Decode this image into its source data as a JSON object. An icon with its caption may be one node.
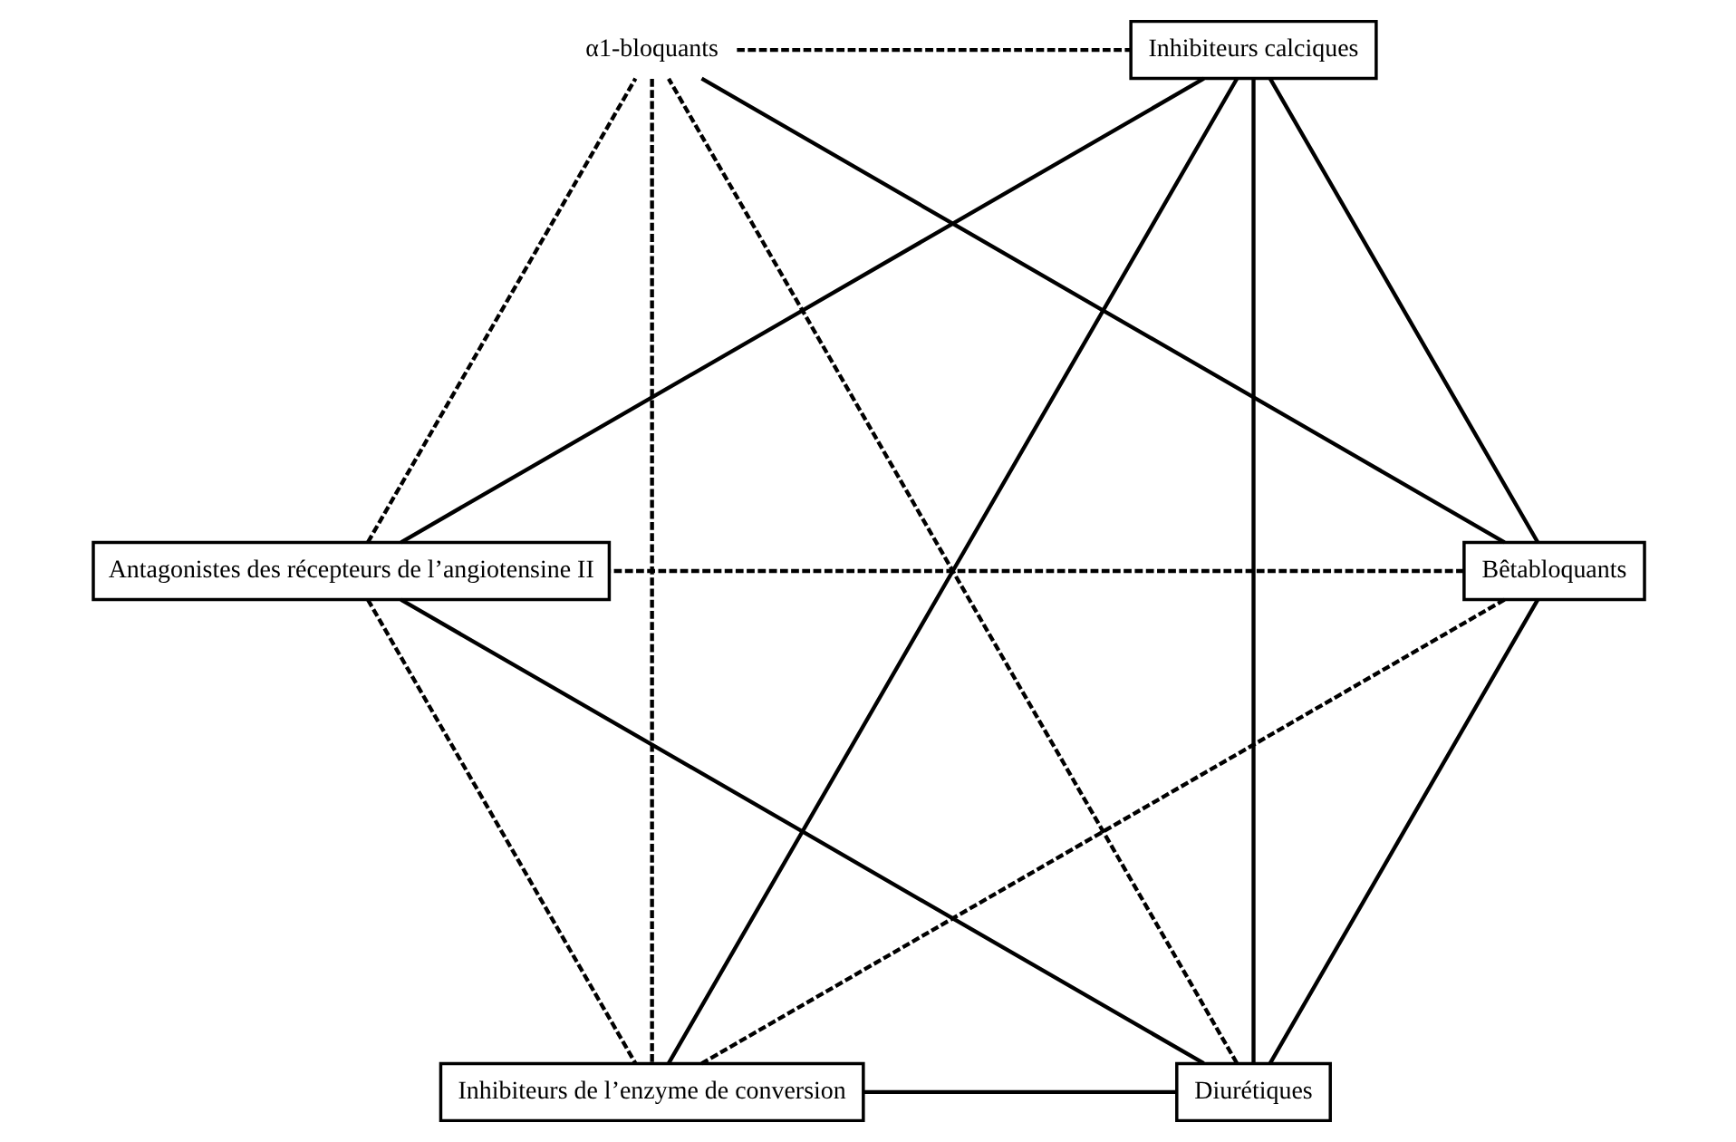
{
  "diagram": {
    "nodes": [
      {
        "text": [
          "Diurétiques"
        ]
      },
      {
        "text": [
          "Bêtabloquants"
        ]
      },
      {
        "text": [
          "Antagonistes des récepteurs de l’angiotensine II"
        ]
      },
      {
        "text": [
          "α1-bloquants"
        ]
      },
      {
        "text": [
          "Inhibiteurs calciques"
        ]
      },
      {
        "text": [
          "Inhibiteurs de l’enzyme de conversion"
        ]
      }
    ],
    "edges": [
      {
        "from": 0,
        "to": 1,
        "arrow": "none"
      },
      {
        "from": 0,
        "to": 2,
        "arrow": "none"
      },
      {
        "from": 0,
        "to": 3,
        "arrow": "none",
        "style": "dashed"
      },
      {
        "from": 0,
        "to": 5,
        "arrow": "none"
      },
      {
        "from": 0,
        "to": 4,
        "arrow": "none"
      },
      {
        "from": 1,
        "to": 2,
        "arrow": "none",
        "style": "dashed"
      },
      {
        "from": 1,
        "to": 4,
        "arrow": "none"
      },
      {
        "from": 1,
        "to": 3,
        "arrow": "none"
      },
      {
        "from": 1,
        "to": 5,
        "arrow": "none",
        "style": "dashed"
      },
      {
        "from": 2,
        "to": 3,
        "arrow": "none",
        "style": "dashed"
      },
      {
        "from": 2,
        "to": 5,
        "arrow": "none",
        "style": "dashed"
      },
      {
        "from": 2,
        "to": 4,
        "arrow": "none"
      },
      {
        "from": 3,
        "to": 4,
        "arrow": "none",
        "style": "dashed"
      },
      {
        "from": 3,
        "to": 5,
        "arrow": "none",
        "style": "dashed"
      },
      {
        "from": 4,
        "to": 5,
        "arrow": "none"
      }
    ]
  }
}
